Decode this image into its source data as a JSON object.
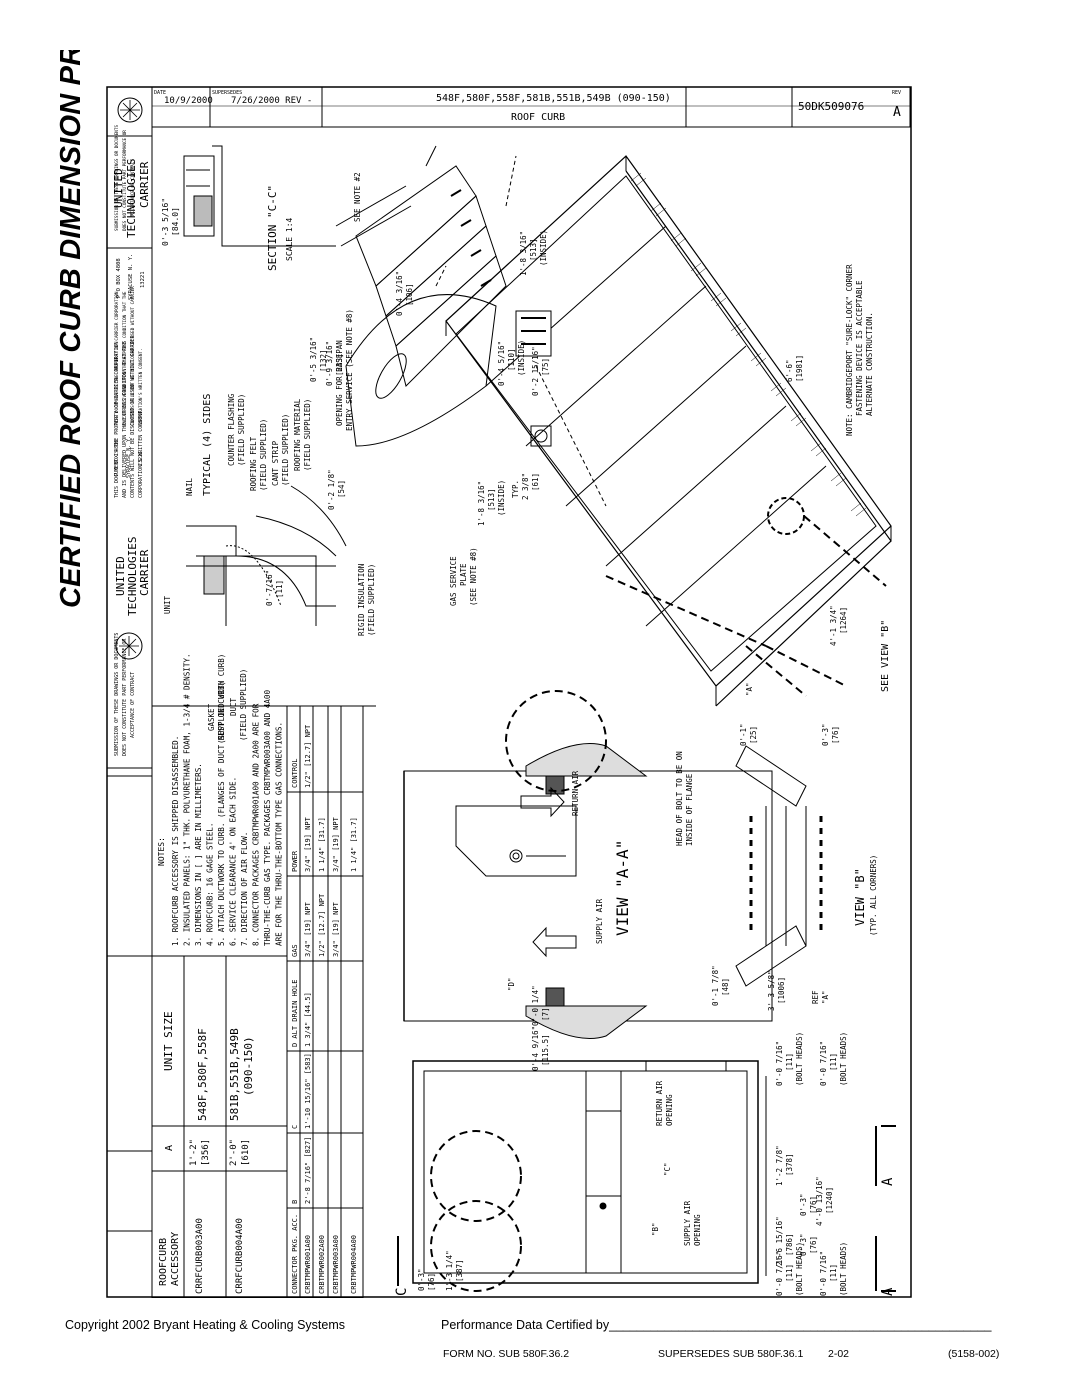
{
  "page_title": "CERTIFIED ROOF CURB DIMENSION PRINT",
  "title_block": {
    "date_label": "DATE",
    "date": "10/9/2000",
    "supersedes_label": "SUPERSEDES",
    "supersedes": "7/26/2000 REV -",
    "models": "548F,580F,558F,581B,551B,549B (090-150)",
    "title": "ROOF CURB",
    "drawing_no": "50DK509076",
    "rev_label": "REV",
    "rev": "A",
    "company_1": "UNITED",
    "company_2": "TECHNOLOGIES",
    "company_3": "CARRIER",
    "address_1": "P O BOX 4808",
    "address_2": "SYRACUSE N. Y.",
    "address_3": "13221",
    "legal_1": "THIS DOCUMENT IS THE PROPERTY OF CARRIER CORPORATION",
    "legal_2": "AND IS DELIVERED UPON THE EXPRESS CONDITION THAT THE",
    "legal_3": "CONTENTS WILL NOT BE DISCLOSED OR USED WITHOUT CARRIER",
    "legal_4": "CORPORATION'S WRITTEN CONSENT.",
    "legal_5": "SUBMISSION OF THESE DRAWINGS OR DOCUMENTS",
    "legal_6": "DOES NOT CONSTITUTE PART PERFORMANCE OR",
    "legal_7": "ACCEPTANCE OF CONTRACT"
  },
  "section_cc": {
    "label": "SECTION \"C-C\"",
    "scale": "SCALE 1:4",
    "dim": "0'-3 5/16\"",
    "dim_mm": "[84.0]"
  },
  "notes_callouts": {
    "see_note_2": "SEE NOTE #2",
    "d1": "1'-8 3/16\"",
    "d1_mm": "[513]",
    "d1_in": "(INSIDE)",
    "d2": "0'-4 3/16\"",
    "d2_mm": "[106]",
    "d3": "0'-4 5/16\"",
    "d3_mm": "[110]",
    "d3_in": "(INSIDE)",
    "d4": "0'-2 15/16\"",
    "d4_mm": "[75]",
    "d5": "6'-6\"",
    "d5_mm": "[1981]",
    "note_1": "NOTE: CAMBRIDGEPORT \"SURE-LOCK\" CORNER",
    "note_2": "FASTENING DEVICE IS ACCEPTABLE",
    "note_3": "ALTERNATE CONSTRUCTION.",
    "opening_1": "OPENING FOR BASEPAN",
    "opening_2": "ENTRY SERVICE (SEE NOTE #8)",
    "d6": "0'-5 3/16\"",
    "d6_mm": "[132]",
    "d7": "0'-9 3/16\"",
    "d7_mm": "[233]",
    "d8": "0'-2 1/8\"",
    "d8_mm": "[54]",
    "typ": "TYP.",
    "d9": "2 3/8\"",
    "d9_mm": "[61]",
    "d10": "1'-8 3/16\"",
    "d10_mm": "[513]",
    "d10_in": "(INSIDE)",
    "gas_1": "GAS SERVICE",
    "gas_2": "PLATE",
    "gas_3": "(SEE NOTE #8)",
    "d11": "4'-1 3/4\"",
    "d11_mm": "[1264]",
    "see_view_b": "SEE VIEW \"B\"",
    "a_label": "\"A\"",
    "typical_4_sides": "TYPICAL (4) SIDES",
    "counter_flashing": "COUNTER FLASHING",
    "field_supplied": "(FIELD SUPPLIED)",
    "roofing_felt": "ROOFING FELT",
    "cant_strip": "CANT STRIP",
    "roofing_material": "ROOFING MATERIAL",
    "nail": "NAIL",
    "unit": "UNIT",
    "d12": "0'-7/16\"",
    "d12_mm": "[11]",
    "rigid_1": "RIGID INSULATION",
    "rigid_2": "(FIELD SUPPLIED)",
    "gasket_1": "GASKET",
    "gasket_2": "(SUPPLIED WITH CURB)",
    "duct_1": "DUCT",
    "duct_2": "(FIELD SUPPLIED)"
  },
  "notes": {
    "heading": "NOTES:",
    "items": [
      "1. ROOFCURB ACCESSORY IS SHIPPED DISASSEMBLED.",
      "2. INSULATED PANELS: 1\" THK. POLYURETHANE FOAM, 1-3/4 # DENSITY.",
      "3. DIMENSIONS IN [ ] ARE IN MILLIMETERS.",
      "4. ROOFCURB: 16 GAGE STEEL.",
      "5. ATTACH DUCTWORK TO CURB. (FLANGES OF DUCT REST ON CURB)",
      "6. SERVICE CLEARANCE 4' ON EACH SIDE.",
      "7.      DIRECTION OF AIR FLOW.",
      "8. CONNECTOR PACKAGES CRBTMPWR001A00 AND 2A00 ARE FOR",
      "   THRU-THE-CURB GAS TYPE. PACKAGES CRBTMPWR003A00 AND 4A00",
      "   ARE FOR THE THRU-THE-BOTTOM TYPE GAS CONNECTIONS."
    ]
  },
  "curb_table": {
    "h_accessory_1": "ROOFCURB",
    "h_accessory_2": "ACCESSORY",
    "h_a": "A",
    "h_unit": "UNIT SIZE",
    "rows": [
      {
        "acc": "CRRFCURB003A00",
        "a": "1'-2\"",
        "a_mm": "[356]",
        "unit": "548F,580F,558F"
      },
      {
        "acc": "CRRFCURB004A00",
        "a": "2'-0\"",
        "a_mm": "[610]",
        "unit": "581B,551B,549B"
      }
    ],
    "unit_range": "(090-150)"
  },
  "connector_table": {
    "headers": [
      "CONNECTOR PKG. ACC.",
      "B",
      "C",
      "D ALT DRAIN HOLE",
      "GAS",
      "POWER",
      "CONTROL"
    ],
    "rows": [
      [
        "CRBTMPWR001A00",
        "2'-8 7/16\" [827]",
        "1'-10 15/16\" [583]",
        "1 3/4\" [44.5]",
        "3/4\" [19] NPT",
        "3/4\" [19] NPT",
        "1/2\" [12.7] NPT"
      ],
      [
        "CRBTMPWR002A00",
        "",
        "",
        "",
        "1/2\" [12.7] NPT",
        "1 1/4\" [31.7]",
        ""
      ],
      [
        "CRBTMPWR003A00",
        "",
        "",
        "",
        "3/4\" [19] NPT",
        "3/4\" [19] NPT",
        ""
      ],
      [
        "CRBTMPWR004A00",
        "",
        "",
        "",
        "",
        "1 1/4\" [31.7]",
        ""
      ]
    ]
  },
  "view_aa": {
    "label": "VIEW \"A-A\"",
    "return_air": "RETURN AIR",
    "supply_air": "SUPPLY AIR",
    "d1": "0'-0 1/4\"",
    "d1_mm": "[7]",
    "d2": "0'-4 9/16\"",
    "d2_mm": "[115.5]"
  },
  "view_b": {
    "label": "VIEW \"B\"",
    "sub": "(TYP. ALL CORNERS)",
    "head_1": "HEAD OF BOLT TO BE ON",
    "head_2": "INSIDE OF FLANGE",
    "d1": "0'-1\"",
    "d1_mm": "[25]",
    "d2": "0'-3\"",
    "d2_mm": "[76]",
    "d3": "0'-1 7/8\"",
    "d3_mm": "[48]",
    "ref": "REF",
    "a": "\"A\""
  },
  "plan_view": {
    "d_label": "\"D\"",
    "c_label": "\"C\"",
    "b_label": "\"B\"",
    "return_air_1": "RETURN AIR",
    "return_air_2": "OPENING",
    "supply_air_1": "SUPPLY AIR",
    "supply_air_2": "OPENING",
    "d_335": "3'-3 5/8\"",
    "d_335_mm": "[1006]",
    "d_bolt_1": "0'-0 7/16\"",
    "d_bolt_1_mm": "[11]",
    "bolt_heads": "(BOLT HEADS)",
    "d_bolt_2": "0'-0 7/16\"",
    "d_bolt_2_mm": "[11]",
    "d_127": "1'-2 7/8\"",
    "d_127_mm": "[378]",
    "d_03a": "0'-3\"",
    "d_03a_mm": "[76]",
    "d_4013": "4'-0 13/16\"",
    "d_4013_mm": "[1240]",
    "d_2615": "2'-6 15/16\"",
    "d_2615_mm": "[786]",
    "d_03b": "0'-3\"",
    "d_03b_mm": "[76]",
    "d_03c": "0'-3\"",
    "d_03c_mm": "[76]",
    "d_0716": "0'-0 7/16\"",
    "d_0716_mm": "[11]",
    "d_0716b": "0'-0 7/16\"",
    "d_0716b_mm": "[11]",
    "d_1314": "1'-3 1/4\"",
    "d_1314_mm": "[387]",
    "c_mark": "C",
    "a_mark": "A"
  },
  "footer": {
    "copyright": "Copyright 2002 Bryant Heating & Cooling Systems",
    "certified": "Performance Data Certified by_______________________________________________________",
    "form_no": "FORM NO. SUB 580F.36.2",
    "supersedes": "SUPERSEDES SUB 580F.36.1",
    "date": "2-02",
    "code": "(5158-002)"
  }
}
